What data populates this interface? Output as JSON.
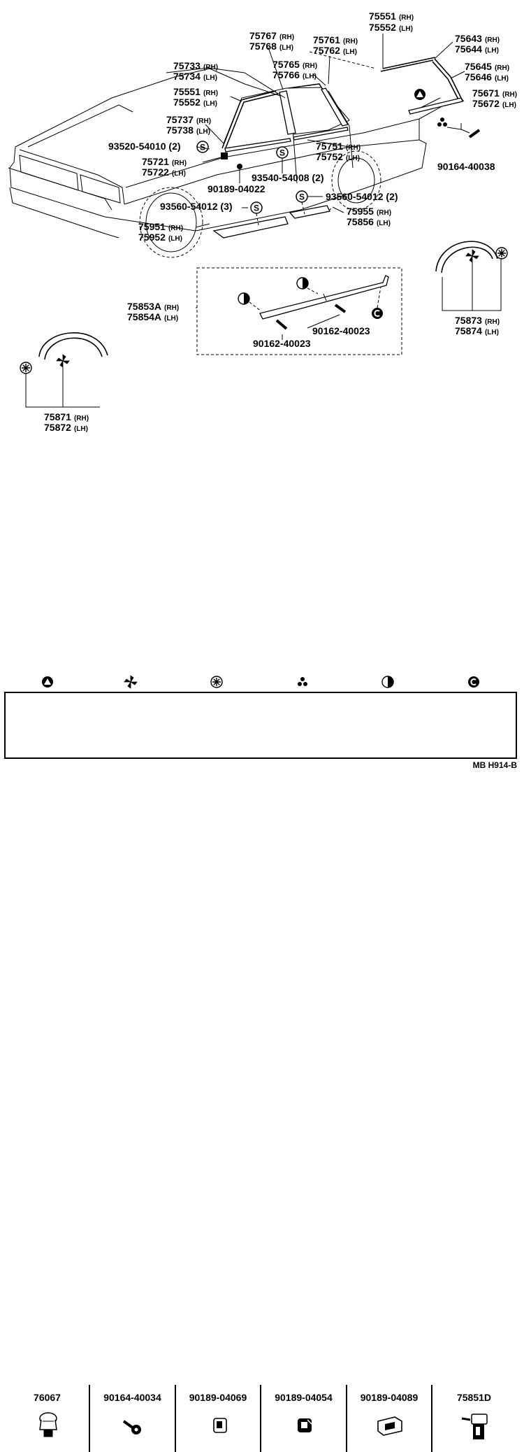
{
  "callouts": {
    "c75551_top": [
      "75551",
      "(RH)"
    ],
    "c75552_top": [
      "75552",
      "(LH)"
    ],
    "c75767": [
      "75767",
      "(RH)"
    ],
    "c75768": [
      "75768",
      "(LH)"
    ],
    "c75761": [
      "75761",
      "(RH)"
    ],
    "c75762": [
      "75762",
      "(LH)"
    ],
    "c75643": [
      "75643",
      "(RH)"
    ],
    "c75644": [
      "75644",
      "(LH)"
    ],
    "c75733": [
      "75733",
      "(RH)"
    ],
    "c75734": [
      "75734",
      "(LH)"
    ],
    "c75765": [
      "75765",
      "(RH)"
    ],
    "c75766": [
      "75766",
      "(LH)"
    ],
    "c75645": [
      "75645",
      "(RH)"
    ],
    "c75646": [
      "75646",
      "(LH)"
    ],
    "c75551_mid": [
      "75551",
      "(RH)"
    ],
    "c75552_mid": [
      "75552",
      "(LH)"
    ],
    "c75671": [
      "75671",
      "(RH)"
    ],
    "c75672": [
      "75672",
      "(LH)"
    ],
    "c75737": [
      "75737",
      "(RH)"
    ],
    "c75738": [
      "75738",
      "(LH)"
    ],
    "c93520": [
      "93520-54010 (2)",
      ""
    ],
    "c75751": [
      "75751",
      "(RH)"
    ],
    "c75752": [
      "75752",
      "(LH)"
    ],
    "c75721": [
      "75721",
      "(RH)"
    ],
    "c75722": [
      "75722",
      "(LH)"
    ],
    "c90164_40038": [
      "90164-40038",
      ""
    ],
    "c93540": [
      "93540-54008 (2)",
      ""
    ],
    "c90189_04022": [
      "90189-04022",
      ""
    ],
    "c93560_a": [
      "93560-54012 (2)",
      ""
    ],
    "c93560_b": [
      "93560-54012 (3)",
      ""
    ],
    "c75955": [
      "75955",
      "(RH)"
    ],
    "c75856": [
      "75856",
      "(LH)"
    ],
    "c75951": [
      "75951",
      "(RH)"
    ],
    "c75952": [
      "75952",
      "(LH)"
    ],
    "c75853A": [
      "75853A",
      "(RH)"
    ],
    "c75854A": [
      "75854A",
      "(LH)"
    ],
    "c90162_a": [
      "90162-40023",
      ""
    ],
    "c90162_b": [
      "90162-40023",
      ""
    ],
    "c75873": [
      "75873",
      "(RH)"
    ],
    "c75874": [
      "75874",
      "(LH)"
    ],
    "c75871": [
      "75871",
      "(RH)"
    ],
    "c75872": [
      "75872",
      "(LH)"
    ]
  },
  "legend": [
    {
      "symbol": "triangle-in-circle-icon",
      "part": "76067"
    },
    {
      "symbol": "pinwheel-icon",
      "part": "90164-40034"
    },
    {
      "symbol": "asterisk-in-circle-icon",
      "part": "90189-04069"
    },
    {
      "symbol": "three-dots-icon",
      "part": "90189-04054"
    },
    {
      "symbol": "half-filled-circle-icon",
      "part": "90189-04089"
    },
    {
      "symbol": "c-in-circle-icon",
      "part": "75851D"
    }
  ],
  "footer": {
    "reference": "MB  H914-B"
  }
}
